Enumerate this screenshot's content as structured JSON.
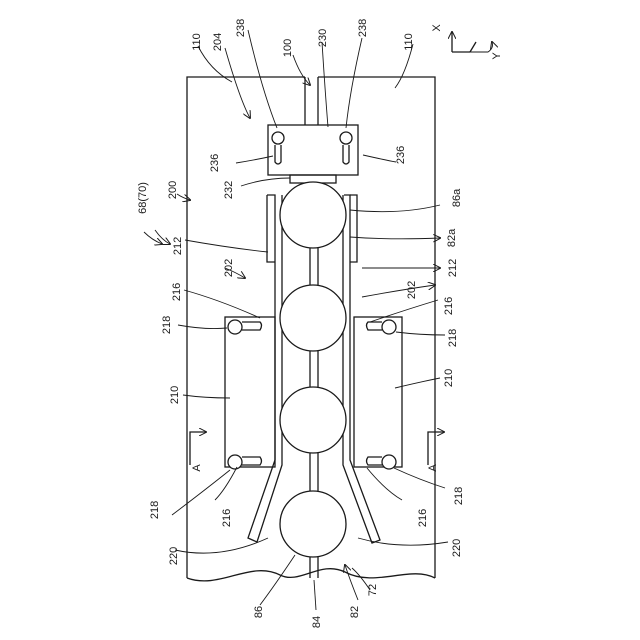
{
  "axes": {
    "x": "X",
    "y": "Y"
  },
  "labels": {
    "l110a": "110",
    "l110b": "110",
    "l204": "204",
    "l238a": "238",
    "l238b": "238",
    "l100": "100",
    "l230": "230",
    "l236a": "236",
    "l236b": "236",
    "l232": "232",
    "l68": "68(70)",
    "l200": "200",
    "l86a": "86a",
    "l82a": "82a",
    "l212a": "212",
    "l212b": "212",
    "l202a": "202",
    "l202b": "202",
    "l216a": "216",
    "l216b": "216",
    "l216c": "216",
    "l216d": "216",
    "l218a": "218",
    "l218b": "218",
    "l218c": "218",
    "l218d": "218",
    "l210a": "210",
    "l210b": "210",
    "lAa": "A",
    "lAb": "A",
    "l220a": "220",
    "l220b": "220",
    "l86": "86",
    "l84": "84",
    "l82": "82",
    "l72": "72"
  }
}
